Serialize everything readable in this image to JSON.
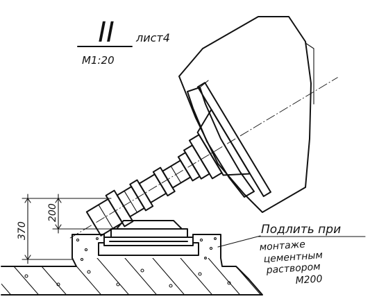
{
  "view": {
    "numeral": "II",
    "scale": "М1:20",
    "sheet": "лист4"
  },
  "dimensions": {
    "overall": "370",
    "inner": "200"
  },
  "note": {
    "lines": [
      "Подлить при",
      "монтаже",
      "цементным",
      "раствором",
      "М200"
    ]
  }
}
